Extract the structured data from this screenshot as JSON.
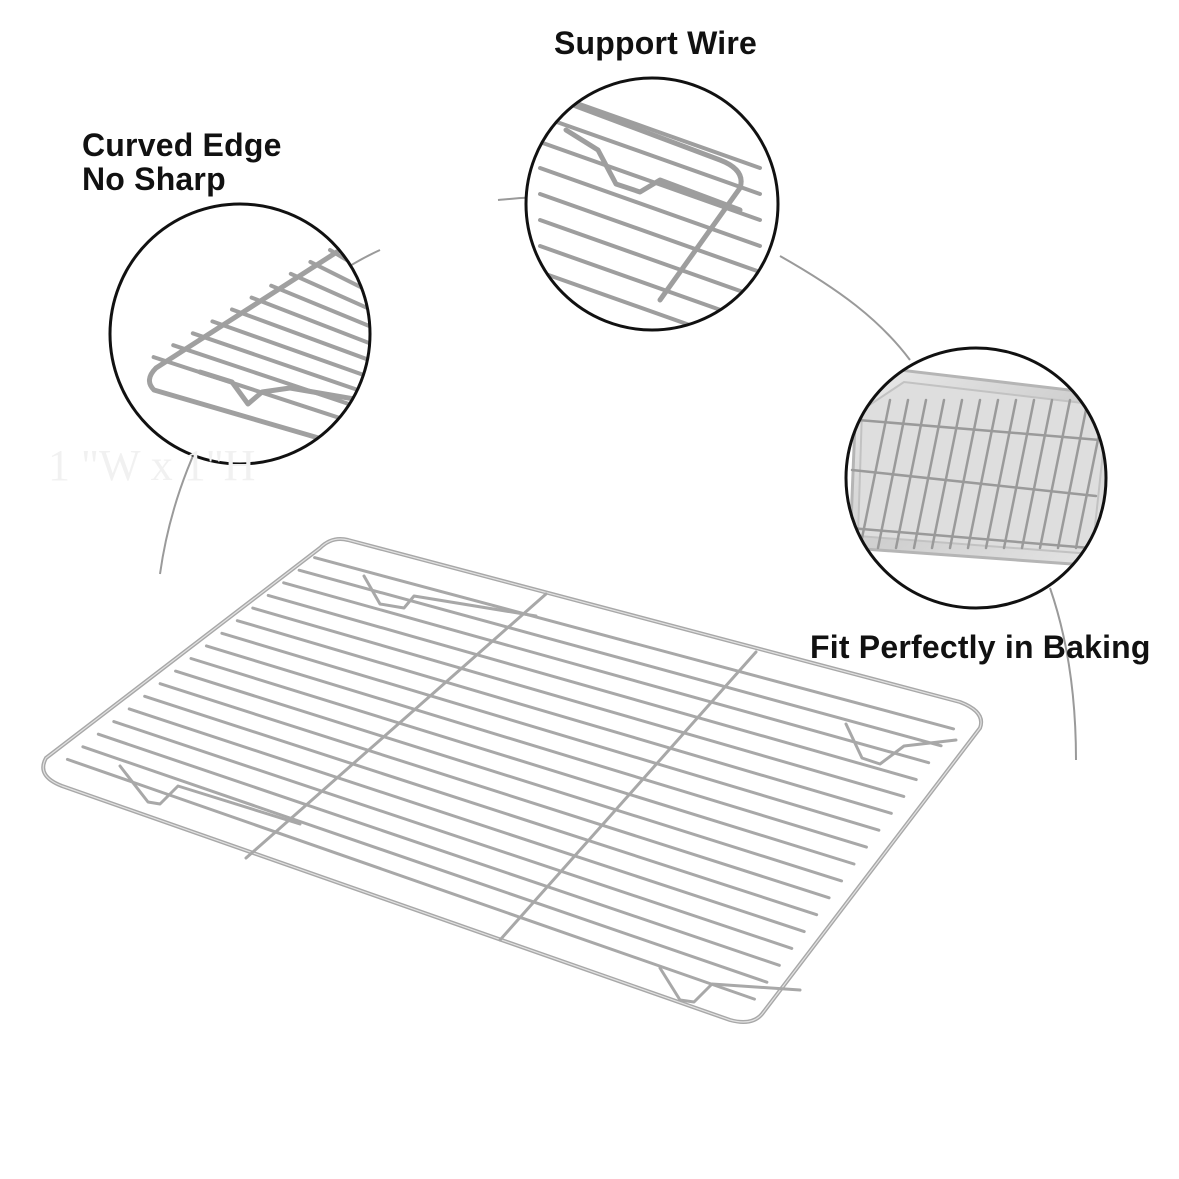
{
  "callouts": {
    "support_wire": {
      "title": "Support Wire"
    },
    "curved_edge": {
      "line1": "Curved Edge",
      "line2": "No Sharp"
    },
    "fit": {
      "title": "Fit Perfectly in Baking"
    }
  },
  "faded_dimension_text": "1                   \"W x 1\"H",
  "colors": {
    "background": "#ffffff",
    "text": "#111111",
    "arc": "#9a9a9a",
    "wire": "#a8a8a8",
    "wire_highlight": "#dcdcdc",
    "circle_border": "#111111"
  },
  "icons": {
    "support_wire_detail": "wire-rack-corner-with-foot",
    "curved_edge_detail": "wire-rack-curved-corner",
    "fit_detail": "rack-inside-baking-pan"
  }
}
